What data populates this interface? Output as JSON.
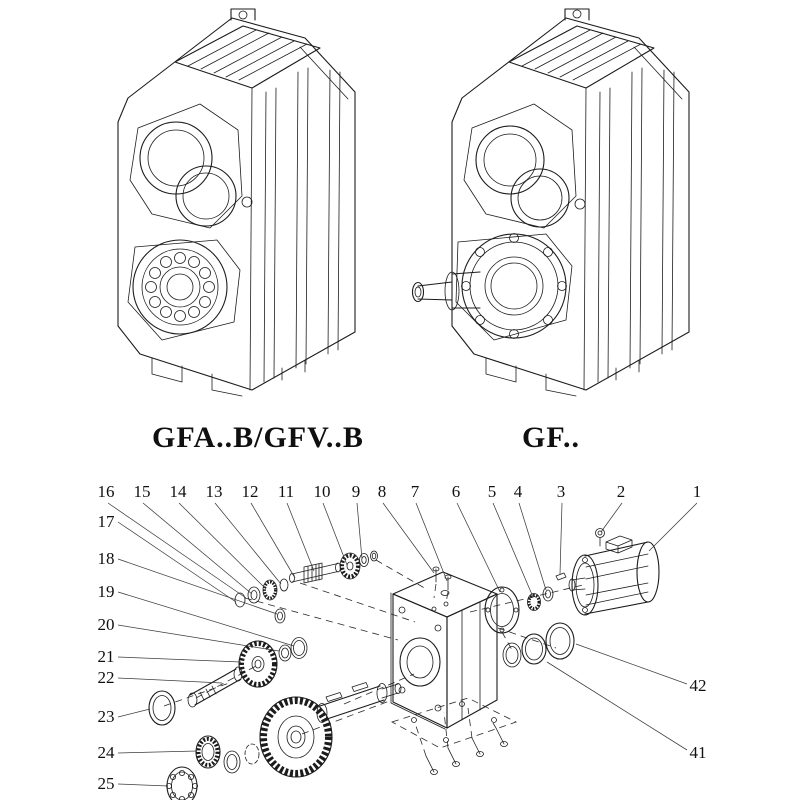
{
  "figure": {
    "left_model_label": "GFA..B/GFV..B",
    "right_model_label": "GF.."
  },
  "callouts": {
    "top": [
      "16",
      "15",
      "14",
      "13",
      "12",
      "11",
      "10",
      "9",
      "8",
      "7",
      "6",
      "5",
      "4",
      "3",
      "2",
      "1"
    ],
    "left": [
      "17",
      "18",
      "19",
      "20",
      "21",
      "22",
      "23",
      "24",
      "25"
    ],
    "right": [
      "42",
      "41"
    ]
  }
}
